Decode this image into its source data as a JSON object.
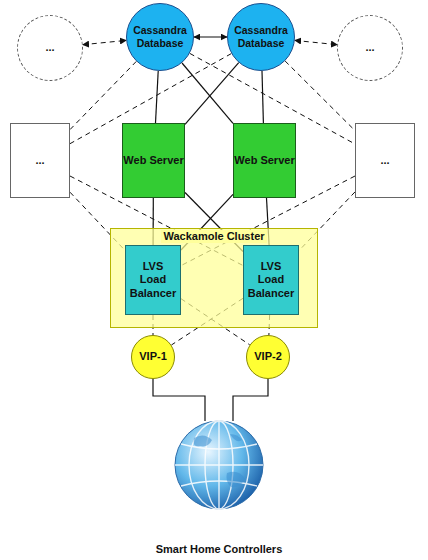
{
  "diagram": {
    "nodes": [
      {
        "text": [
          "..."
        ]
      },
      {
        "text": [
          "Cassandra Database"
        ]
      },
      {
        "text": [
          "Cassandra Database"
        ]
      },
      {
        "text": [
          "..."
        ]
      },
      {
        "text": [
          "..."
        ]
      },
      {
        "text": [
          "Web Server"
        ]
      },
      {
        "text": [
          "Web Server"
        ]
      },
      {
        "text": [
          "..."
        ]
      },
      {
        "text": [
          "Wackamole Cluster"
        ]
      },
      {
        "text": [
          "LVS Load Balancer"
        ],
        "in": 8
      },
      {
        "text": [
          "LVS Load Balancer"
        ],
        "in": 8
      },
      {
        "text": [
          "VIP-1"
        ]
      },
      {
        "text": [
          "VIP-2"
        ]
      },
      {
        "text": [
          "Smart Home Controllers"
        ]
      }
    ],
    "edges": [
      {
        "from": 0,
        "to": 1,
        "arrow": "both"
      },
      {
        "from": 1,
        "to": 2,
        "arrow": "both"
      },
      {
        "from": 2,
        "to": 3,
        "arrow": "both"
      },
      {
        "from": 1,
        "to": 5,
        "arrow": "none"
      },
      {
        "from": 1,
        "to": 6,
        "arrow": "none"
      },
      {
        "from": 2,
        "to": 5,
        "arrow": "none"
      },
      {
        "from": 2,
        "to": 6,
        "arrow": "none"
      },
      {
        "from": 1,
        "to": 4,
        "arrow": "none"
      },
      {
        "from": 1,
        "to": 7,
        "arrow": "none"
      },
      {
        "from": 2,
        "to": 4,
        "arrow": "none"
      },
      {
        "from": 2,
        "to": 7,
        "arrow": "none"
      },
      {
        "from": 5,
        "to": 9,
        "arrow": "none"
      },
      {
        "from": 5,
        "to": 10,
        "arrow": "none"
      },
      {
        "from": 6,
        "to": 9,
        "arrow": "none"
      },
      {
        "from": 6,
        "to": 10,
        "arrow": "none"
      },
      {
        "from": 4,
        "to": 9,
        "arrow": "none"
      },
      {
        "from": 4,
        "to": 10,
        "arrow": "none"
      },
      {
        "from": 7,
        "to": 9,
        "arrow": "none"
      },
      {
        "from": 7,
        "to": 10,
        "arrow": "none"
      },
      {
        "from": 9,
        "to": 11,
        "arrow": "none"
      },
      {
        "from": 9,
        "to": 12,
        "arrow": "none"
      },
      {
        "from": 10,
        "to": 11,
        "arrow": "none"
      },
      {
        "from": 10,
        "to": 12,
        "arrow": "none"
      },
      {
        "from": 11,
        "to": 13,
        "arrow": "none"
      },
      {
        "from": 12,
        "to": 13,
        "arrow": "none"
      }
    ]
  }
}
